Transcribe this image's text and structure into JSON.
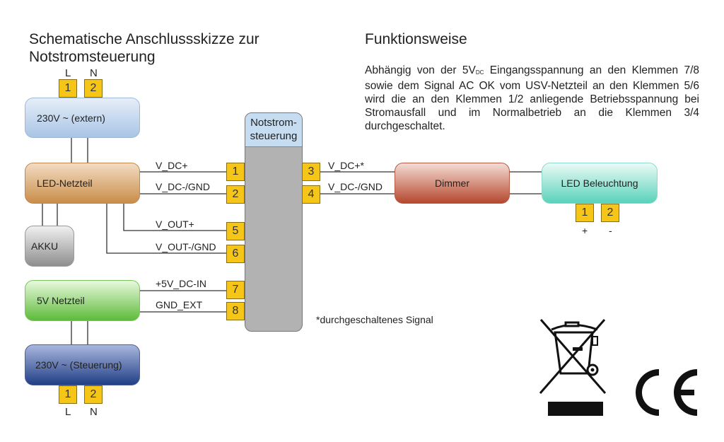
{
  "title": {
    "line1": "Schematische Anschlussskizze zur",
    "line2": "Notstromsteuerung"
  },
  "description": {
    "heading": "Funktionsweise",
    "text_pre": "Abhängig von der 5V",
    "text_sub": "DC",
    "text_post": " Eingangsspannung an den Klemmen 7/8 sowie dem Signal AC OK vom USV-Netzteil an den Klemmen 5/6 wird die an den Klemmen 1/2 anliegende Betriebsspannung bei Stromausfall und im Normalbetrieb an die Klemmen 3/4 durchgeschaltet."
  },
  "components": {
    "extern": {
      "label": "230V ~ (extern)",
      "terminals": [
        "1",
        "2"
      ],
      "terminal_labels": [
        "L",
        "N"
      ]
    },
    "led_netzteil": {
      "label": "LED-Netzteil"
    },
    "akku": {
      "label": "AKKU"
    },
    "netzteil_5v": {
      "label": "5V Netzteil"
    },
    "steuerung_230v": {
      "label": "230V ~ (Steuerung)",
      "terminals": [
        "1",
        "2"
      ],
      "terminal_labels": [
        "L",
        "N"
      ]
    },
    "control": {
      "label": "Notstrom-\nsteuerung",
      "line1": "Notstrom-",
      "line2": "steuerung",
      "terminals": [
        "1",
        "2",
        "3",
        "4",
        "5",
        "6",
        "7",
        "8"
      ]
    },
    "dimmer": {
      "label": "Dimmer"
    },
    "led_beleuchtung": {
      "label": "LED Beleuchtung",
      "terminals": [
        "1",
        "2"
      ],
      "terminal_labels": [
        "+",
        "-"
      ]
    }
  },
  "signals": {
    "v_dc_plus": "V_DC+",
    "v_dc_gnd": "V_DC-/GND",
    "v_out_plus": "V_OUT+",
    "v_out_gnd": "V_OUT-/GND",
    "dc_in": "+5V_DC-IN",
    "gnd_ext": "GND_EXT",
    "v_dc_plus_switched": "V_DC+*",
    "v_dc_gnd_out": "V_DC-/GND"
  },
  "footnote": "*durchgeschaltenes Signal",
  "symbols": [
    "weee-crossed-bin-icon",
    "ce-mark-icon"
  ]
}
